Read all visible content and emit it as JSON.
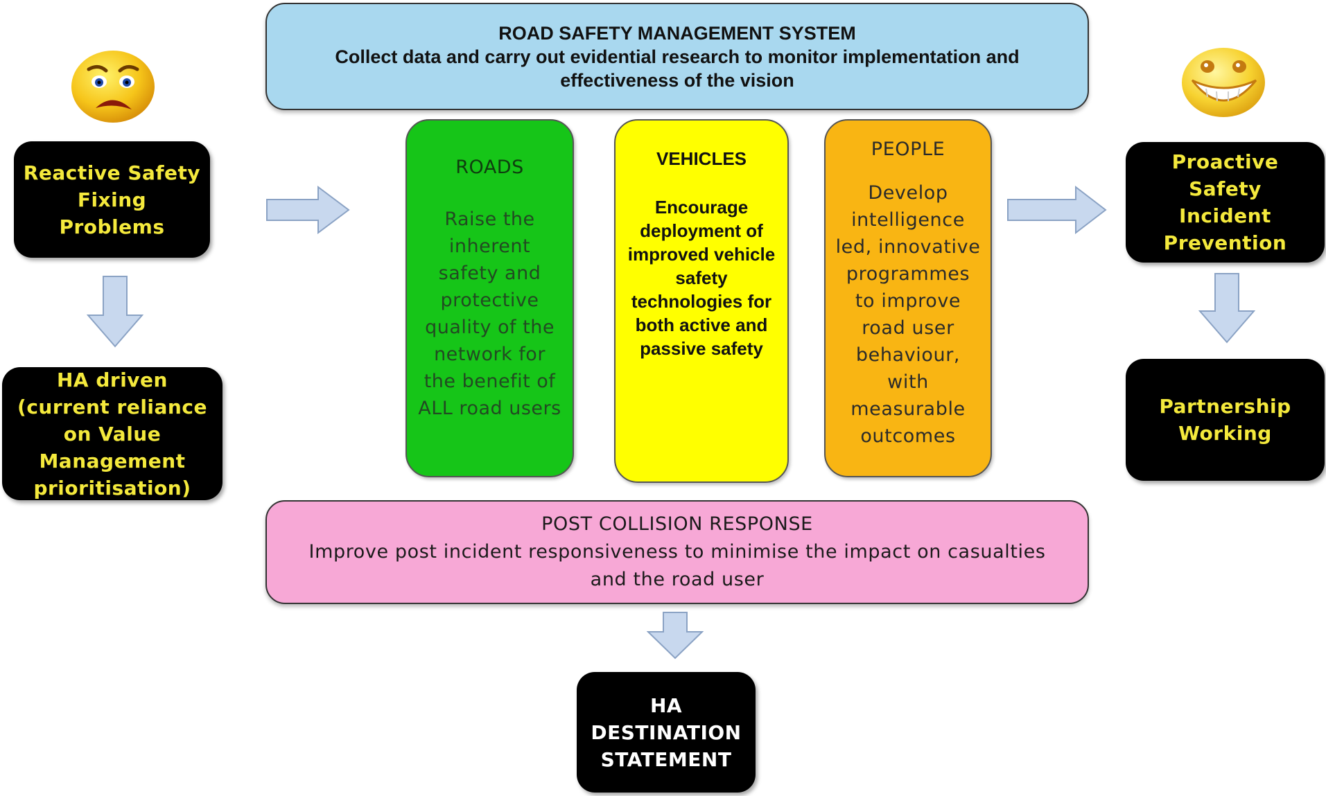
{
  "top_banner": {
    "title": "ROAD SAFETY MANAGEMENT SYSTEM",
    "description": "Collect data and carry out evidential research to monitor implementation and effectiveness of the vision"
  },
  "left": {
    "reactive_lines": [
      "Reactive Safety",
      "Fixing",
      "Problems"
    ],
    "ha_driven_lines": [
      "HA driven",
      "(current reliance",
      "on Value",
      "Management",
      "prioritisation)"
    ]
  },
  "right": {
    "proactive_lines": [
      "Proactive",
      "Safety",
      "Incident",
      "Prevention"
    ],
    "partnership_lines": [
      "Partnership",
      "Working"
    ]
  },
  "pillars": {
    "roads": {
      "title": "ROADS",
      "body": "Raise the inherent safety and protective quality of the network for the benefit of ALL road users"
    },
    "vehicles": {
      "title": "VEHICLES",
      "body": "Encourage deployment of improved vehicle safety technologies for both active and passive safety"
    },
    "people": {
      "title": "PEOPLE",
      "body": "Develop intelligence led, innovative programmes to improve road user behaviour, with measurable outcomes"
    }
  },
  "bottom_banner": {
    "title": "POST COLLISION RESPONSE",
    "description": "Improve post incident responsiveness to minimise the impact on casualties and the road user"
  },
  "destination": {
    "lines": [
      "HA",
      "DESTINATION",
      "STATEMENT"
    ]
  },
  "colors": {
    "top_banner": "#a9d8ef",
    "roads": "#16c518",
    "vehicles": "#ffff00",
    "people": "#f9b513",
    "bottom_banner": "#f7a8d6",
    "black_box": "#000000",
    "black_box_yellow_text": "#f4e93c",
    "arrow_fill": "#c8d8ee"
  },
  "icons": {
    "left_face": "sad-face-icon",
    "right_face": "happy-face-icon",
    "arrows": "block-arrow-icon"
  }
}
